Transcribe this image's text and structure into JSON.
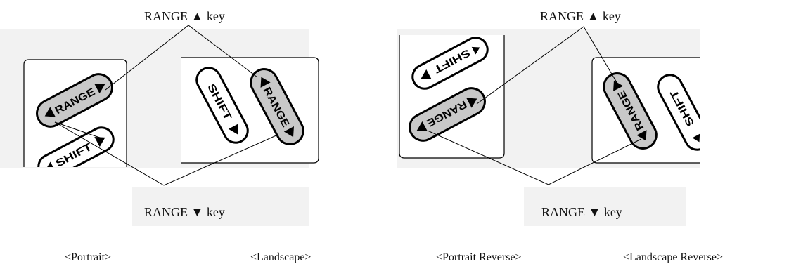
{
  "labels": {
    "left_range_up": "RANGE ▲ key",
    "left_range_down": "RANGE ▼ key",
    "right_range_up": "RANGE ▲ key",
    "right_range_down": "RANGE ▼ key"
  },
  "captions": {
    "portrait": "<Portrait>",
    "landscape": "<Landscape>",
    "portrait_reverse": "<Portrait Reverse>",
    "landscape_reverse": "<Landscape Reverse>"
  },
  "keys": {
    "range": "RANGE",
    "shift": "SHIFT"
  }
}
